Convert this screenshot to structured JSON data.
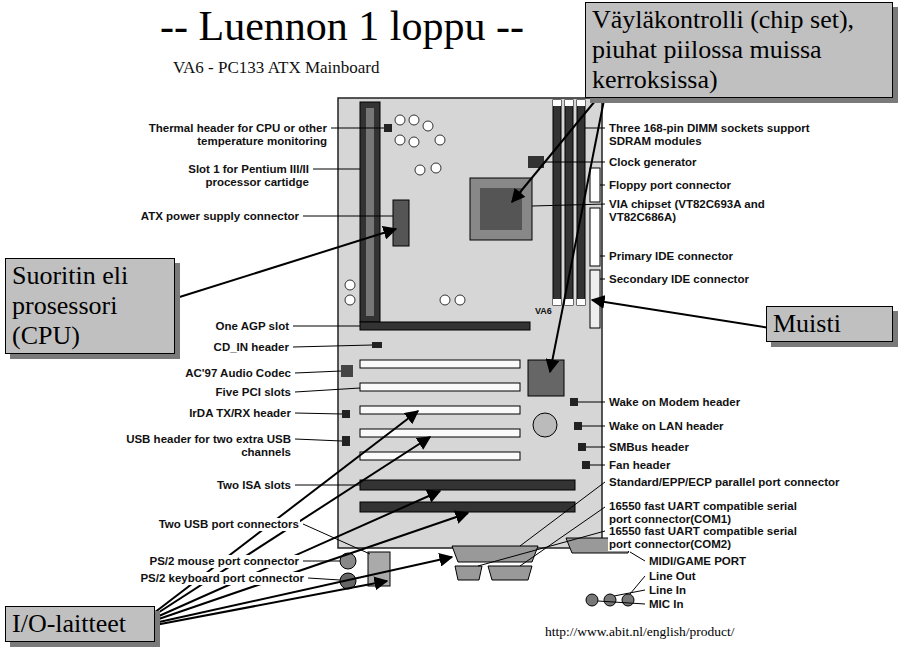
{
  "diagram": {
    "title": "-- Luennon 1 loppu --",
    "caption": "http://www.abit.nl/english/product/",
    "nodes": [
      {
        "text": [
          "Väyläkontrolli (chip set), piuhat piilossa muissa kerroksissa)"
        ]
      },
      {
        "text": [
          "Suoritin eli prosessori (CPU)"
        ]
      },
      {
        "text": [
          "Muisti"
        ]
      },
      {
        "text": [
          "I/O-laitteet"
        ]
      }
    ],
    "labels": [
      "VA6 - PC133 ATX Mainboard",
      "Thermal header for CPU or other temperature monitoring",
      "Slot 1 for Pentium III/II processor cartidge",
      "ATX power supply connector",
      "One AGP slot",
      "CD_IN header",
      "AC'97 Audio Codec",
      "Five PCI slots",
      "IrDA TX/RX header",
      "USB header for two extra USB channels",
      "Two ISA slots",
      "Two USB port connectors",
      "PS/2 mouse port connector",
      "PS/2 keyboard port connector",
      "Three 168-pin DIMM sockets support SDRAM modules",
      "Clock generator",
      "Floppy port connector",
      "VIA chipset (VT82C693A and VT82C686A)",
      "Primary IDE connector",
      "Secondary IDE connector",
      "Wake on Modem header",
      "Wake on LAN header",
      "SMBus header",
      "Fan header",
      "Standard/EPP/ECP parallel port connector",
      "16550 fast UART compatible serial port connector(COM1)",
      "16550 fast UART compatible serial port connector(COM2)",
      "MIDI/GAME PORT",
      "Line Out",
      "Line In",
      "MIC In",
      "VA6"
    ]
  }
}
